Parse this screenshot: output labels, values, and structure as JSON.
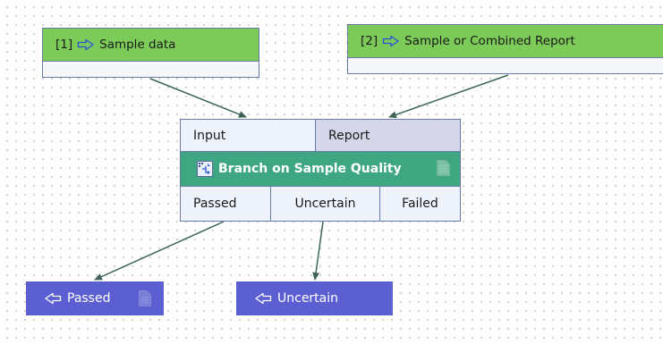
{
  "workflow": {
    "inputs": [
      {
        "index_label": "[1]",
        "name": "Sample data"
      },
      {
        "index_label": "[2]",
        "name": "Sample or Combined Report"
      }
    ],
    "element": {
      "title": "Branch on Sample Quality",
      "input_ports": [
        "Input",
        "Report"
      ],
      "output_ports": [
        "Passed",
        "Uncertain",
        "Failed"
      ]
    },
    "outputs": [
      {
        "name": "Passed"
      },
      {
        "name": "Uncertain"
      }
    ]
  },
  "colors": {
    "input_header": "#7ccb58",
    "element_title": "#3ea781",
    "report_port": "#d6d6ea",
    "output_node": "#5b5fd1",
    "connector": "#3e6458",
    "border": "#6a7aa8"
  }
}
